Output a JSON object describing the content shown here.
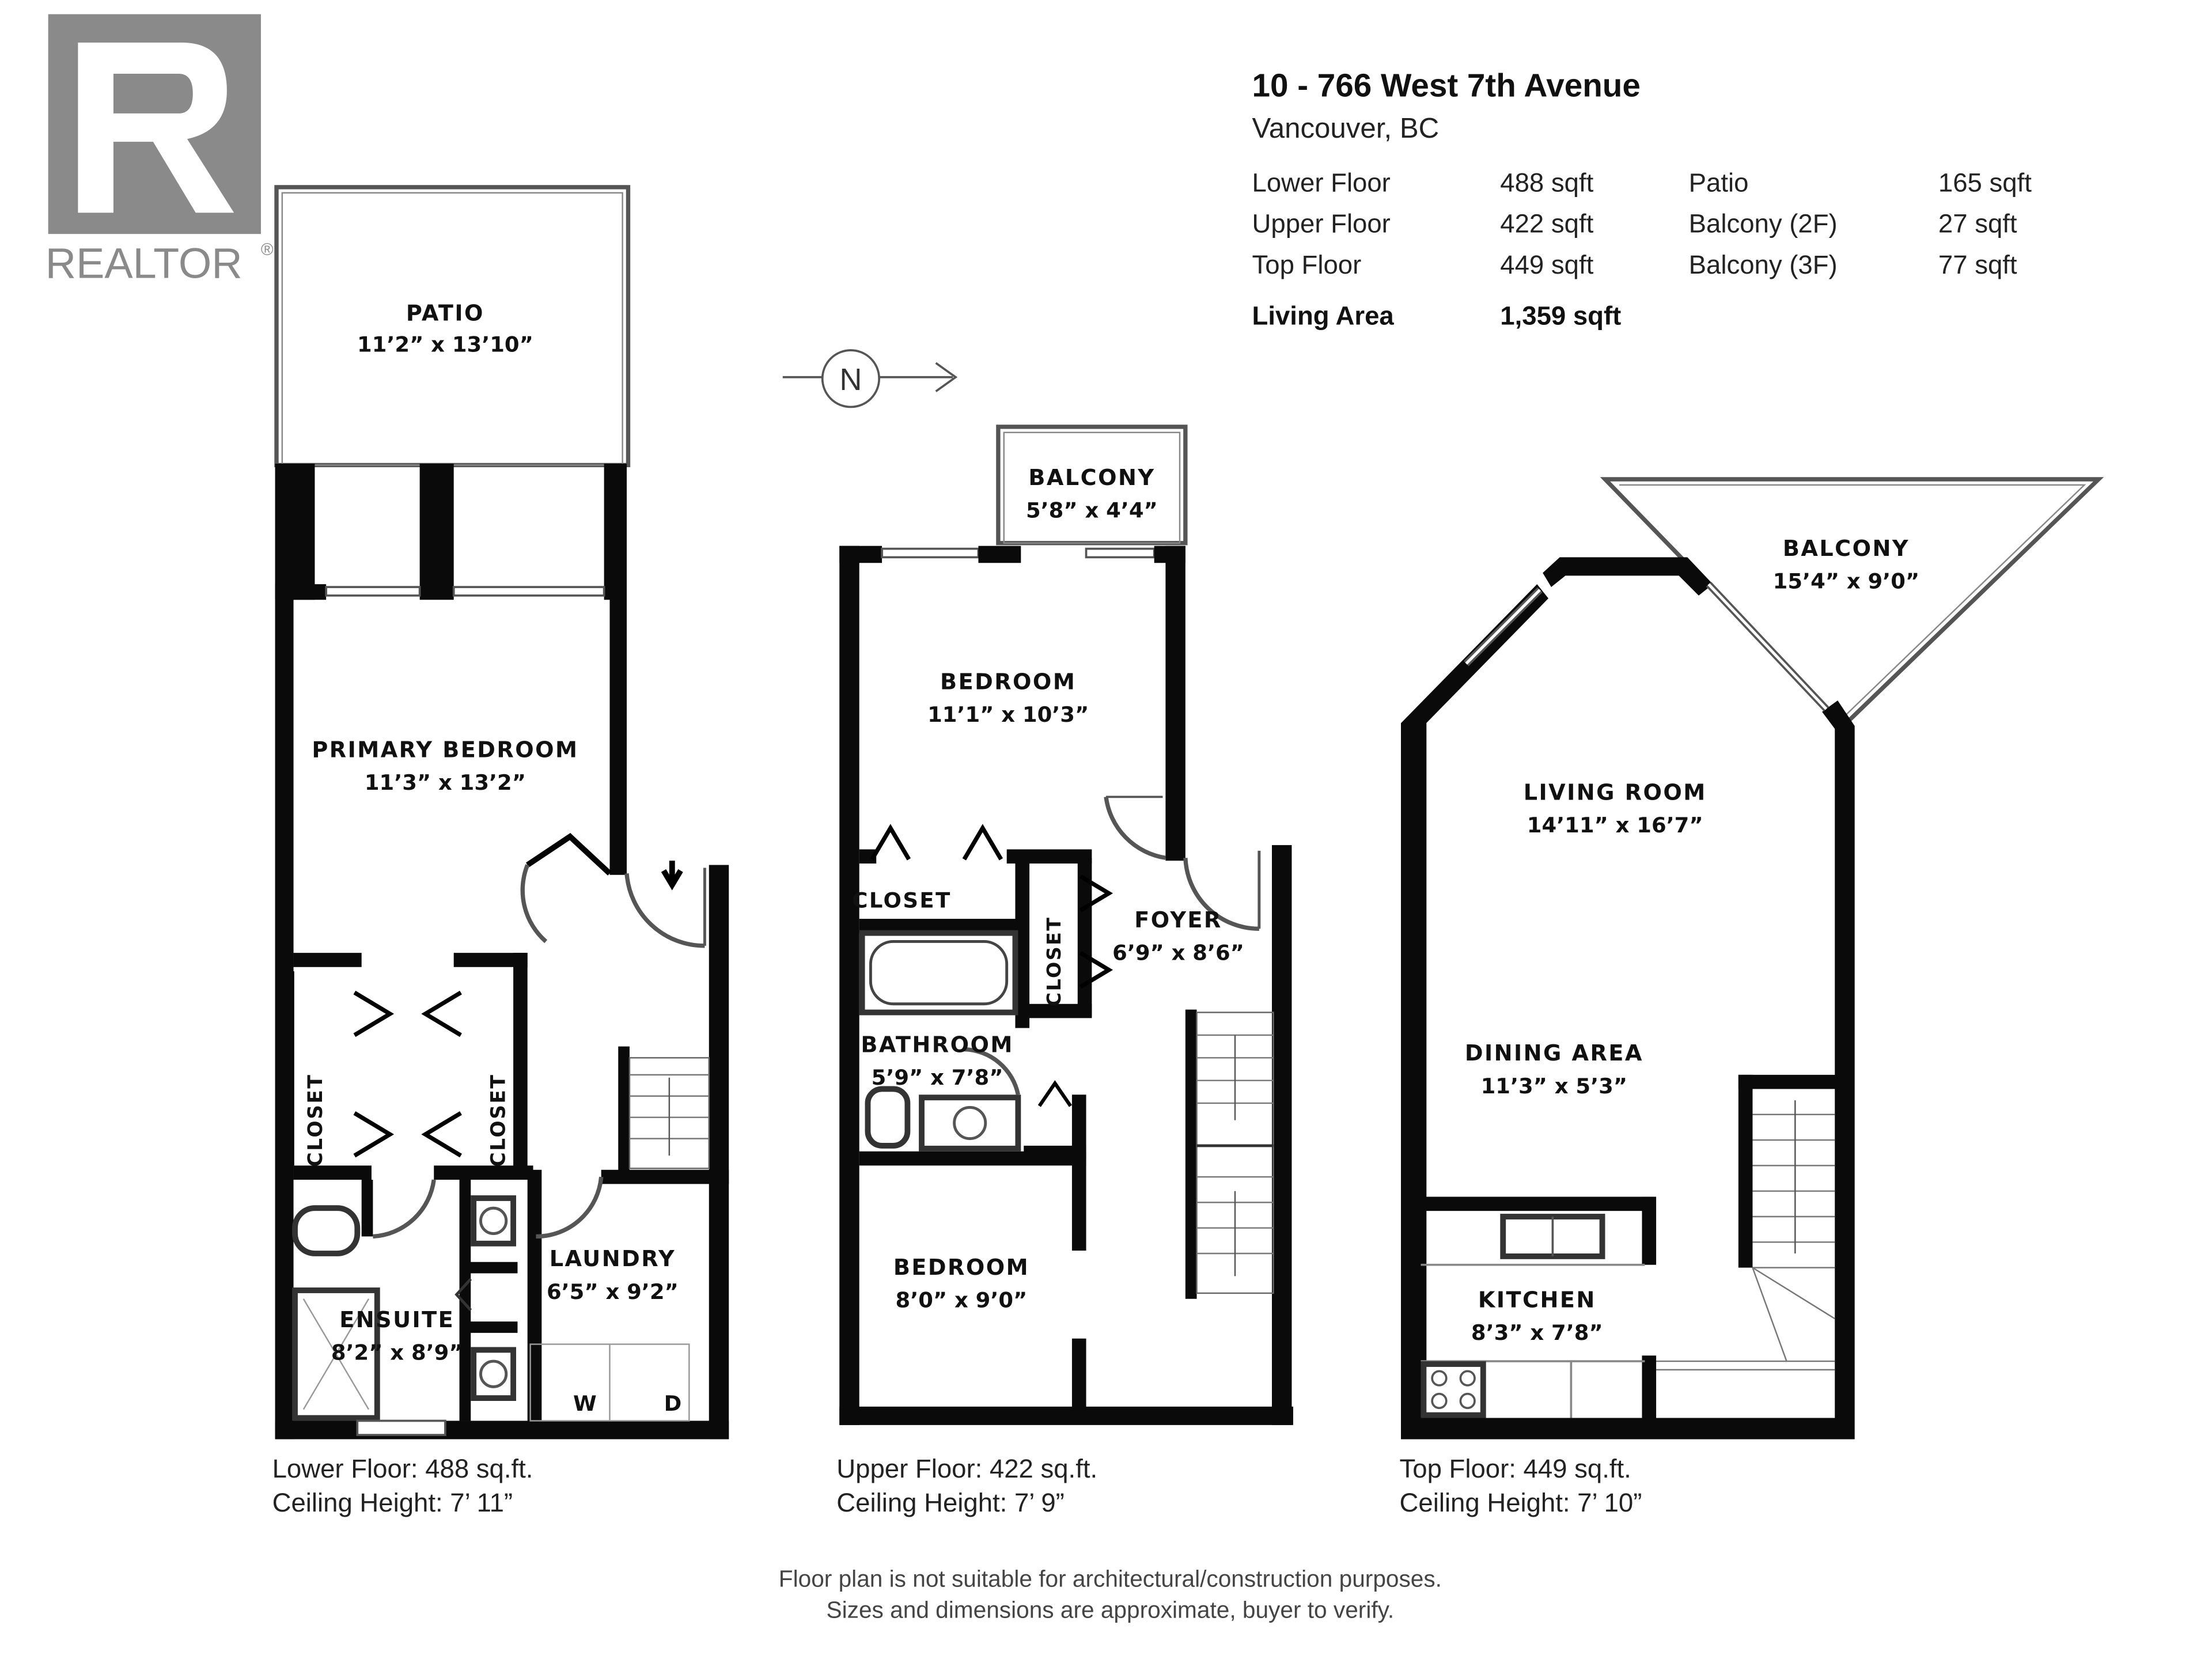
{
  "logo": {
    "brand": "REALTOR",
    "mark": "®",
    "icon": "realtor-r-logo"
  },
  "header": {
    "address": "10 - 766 West 7th Avenue",
    "city": "Vancouver, BC",
    "areas": [
      {
        "label": "Lower Floor",
        "value": "488 sqft"
      },
      {
        "label": "Upper Floor",
        "value": "422 sqft"
      },
      {
        "label": "Top Floor",
        "value": "449 sqft"
      }
    ],
    "exterior": [
      {
        "label": "Patio",
        "value": "165 sqft"
      },
      {
        "label": "Balcony (2F)",
        "value": "27 sqft"
      },
      {
        "label": "Balcony (3F)",
        "value": "77 sqft"
      }
    ],
    "living": {
      "label": "Living Area",
      "value": "1,359 sqft"
    }
  },
  "compass": {
    "letter": "N",
    "icon": "north-arrow-icon"
  },
  "rooms": {
    "patio": {
      "name": "PATIO",
      "dim": "11’2” x 13’10”"
    },
    "primary_bedroom": {
      "name": "PRIMARY BEDROOM",
      "dim": "11’3” x 13’2”"
    },
    "closet_left": {
      "name": "CLOSET"
    },
    "closet_right": {
      "name": "CLOSET"
    },
    "ensuite": {
      "name": "ENSUITE",
      "dim": "8’2” x 8’9”"
    },
    "laundry": {
      "name": "LAUNDRY",
      "dim": "6’5” x 9’2”",
      "washer": "W",
      "dryer": "D"
    },
    "balcony_2f": {
      "name": "BALCONY",
      "dim": "5’8” x 4’4”"
    },
    "bedroom_upper": {
      "name": "BEDROOM",
      "dim": "11’1” x 10’3”"
    },
    "closet_upper": {
      "name": "CLOSET"
    },
    "closet_foyer": {
      "name": "CLOSET"
    },
    "foyer": {
      "name": "FOYER",
      "dim": "6’9” x 8’6”"
    },
    "bathroom": {
      "name": "BATHROOM",
      "dim": "5’9” x 7’8”"
    },
    "bedroom_lower": {
      "name": "BEDROOM",
      "dim": "8’0” x 9’0”"
    },
    "balcony_3f": {
      "name": "BALCONY",
      "dim": "15’4” x 9’0”"
    },
    "living_room": {
      "name": "LIVING ROOM",
      "dim": "14’11” x 16’7”"
    },
    "dining_area": {
      "name": "DINING AREA",
      "dim": "11’3” x 5’3”"
    },
    "kitchen": {
      "name": "KITCHEN",
      "dim": "8’3” x 7’8”"
    }
  },
  "floors": [
    {
      "caption": "Lower Floor: 488 sq.ft.",
      "ceiling": "Ceiling Height: 7’ 11”"
    },
    {
      "caption": "Upper Floor: 422 sq.ft.",
      "ceiling": "Ceiling Height: 7’ 9”"
    },
    {
      "caption": "Top Floor: 449 sq.ft.",
      "ceiling": "Ceiling Height: 7’ 10”"
    }
  ],
  "disclaimer": [
    "Floor plan is not suitable for architectural/construction purposes.",
    "Sizes and dimensions are approximate, buyer to verify."
  ]
}
